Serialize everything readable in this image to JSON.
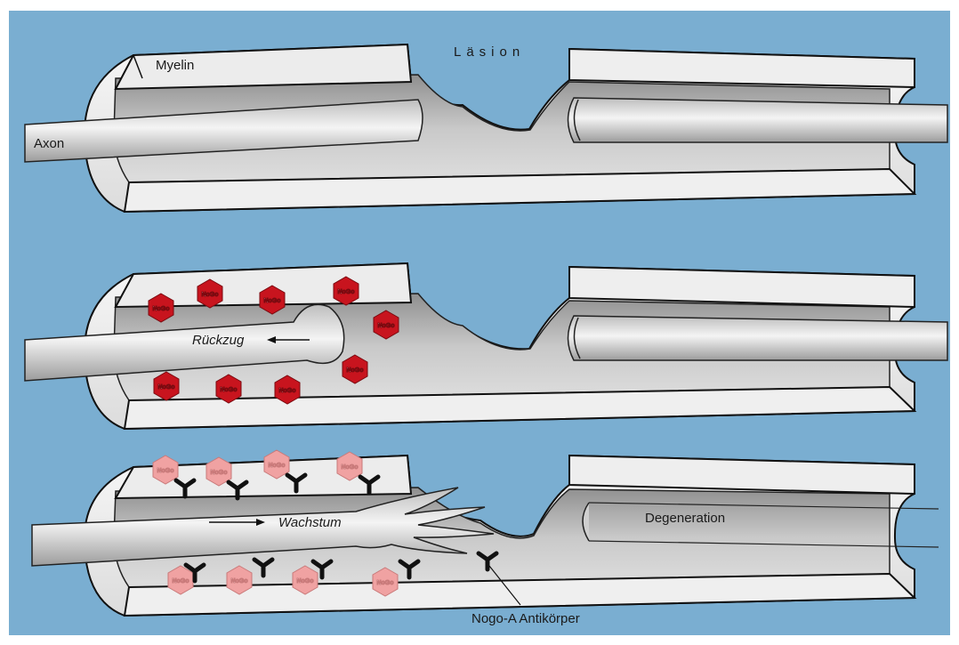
{
  "labels": {
    "myelin": "Myelin",
    "axon": "Axon",
    "lesion": "Läsion",
    "retraction": "Rückzug",
    "growth": "Wachstum",
    "degeneration": "Degeneration",
    "antibody": "Nogo-A Antikörper"
  },
  "nogo_text": "NoGo",
  "colors": {
    "background": "#7aaed1",
    "myelin": "#ececec",
    "axon": "#cfcfcf",
    "nogo_active": "#c8141e",
    "nogo_blocked": "#f0a2a2",
    "antibody": "#111111"
  },
  "icons": {
    "nogo": "red-hexagon-nogo-icon",
    "antibody": "y-shaped-antibody-icon"
  }
}
